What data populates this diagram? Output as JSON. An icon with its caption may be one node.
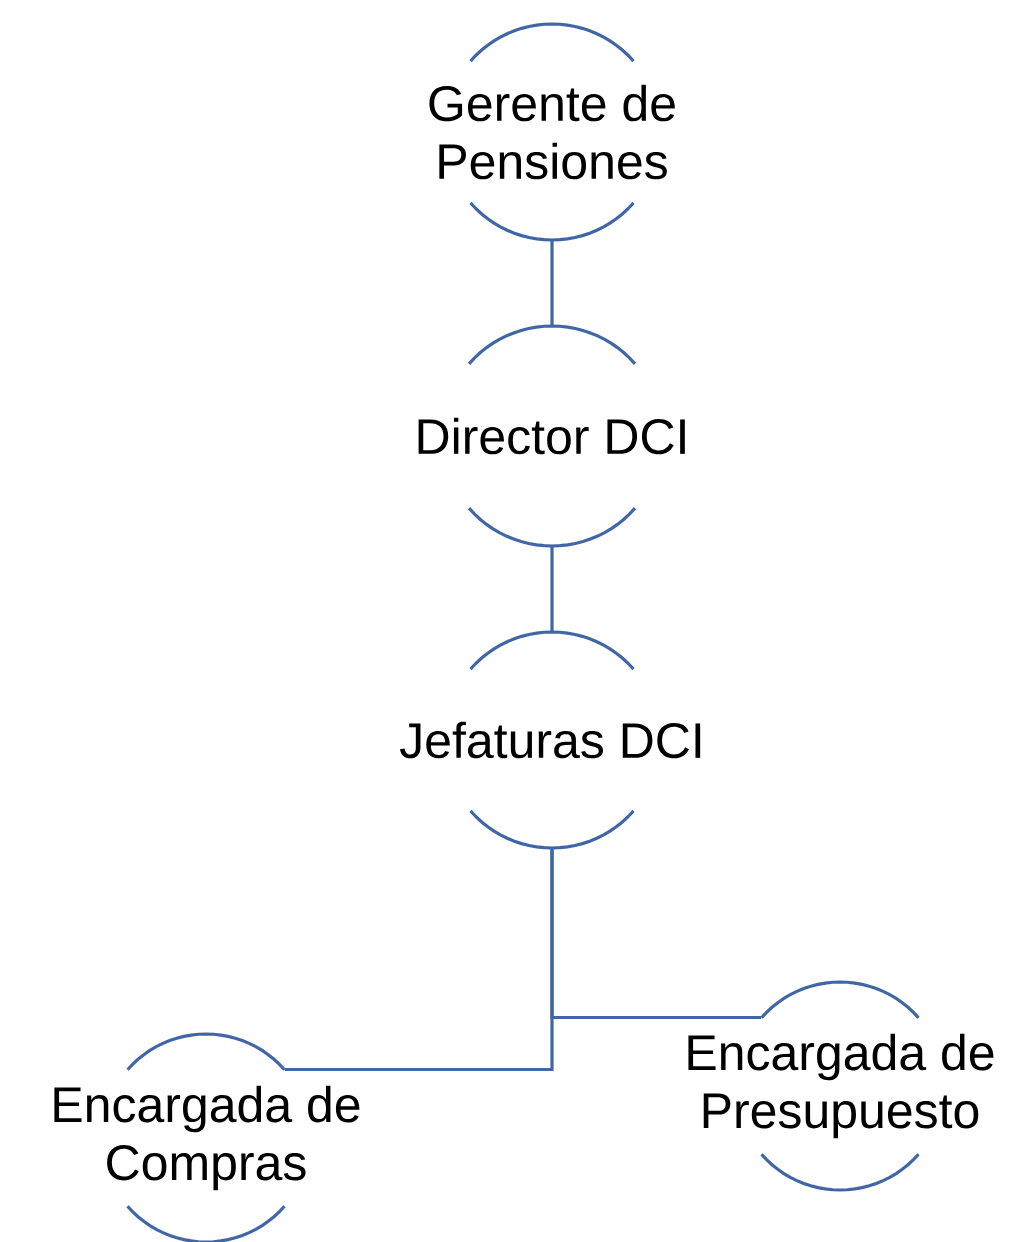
{
  "diagram": {
    "nodes": [
      {
        "text": [
          "Gerente de Pensiones"
        ]
      },
      {
        "text": [
          "Director DCI"
        ]
      },
      {
        "text": [
          "Jefaturas DCI"
        ]
      },
      {
        "text": [
          "Encargada de Compras"
        ]
      },
      {
        "text": [
          "Encargada de Presupuesto"
        ]
      }
    ],
    "edges": [
      {
        "from": 0,
        "to": 1,
        "arrow": "none"
      },
      {
        "from": 1,
        "to": 2,
        "arrow": "none"
      },
      {
        "from": 2,
        "to": 3,
        "arrow": "none"
      },
      {
        "from": 2,
        "to": 4,
        "arrow": "none"
      }
    ]
  }
}
